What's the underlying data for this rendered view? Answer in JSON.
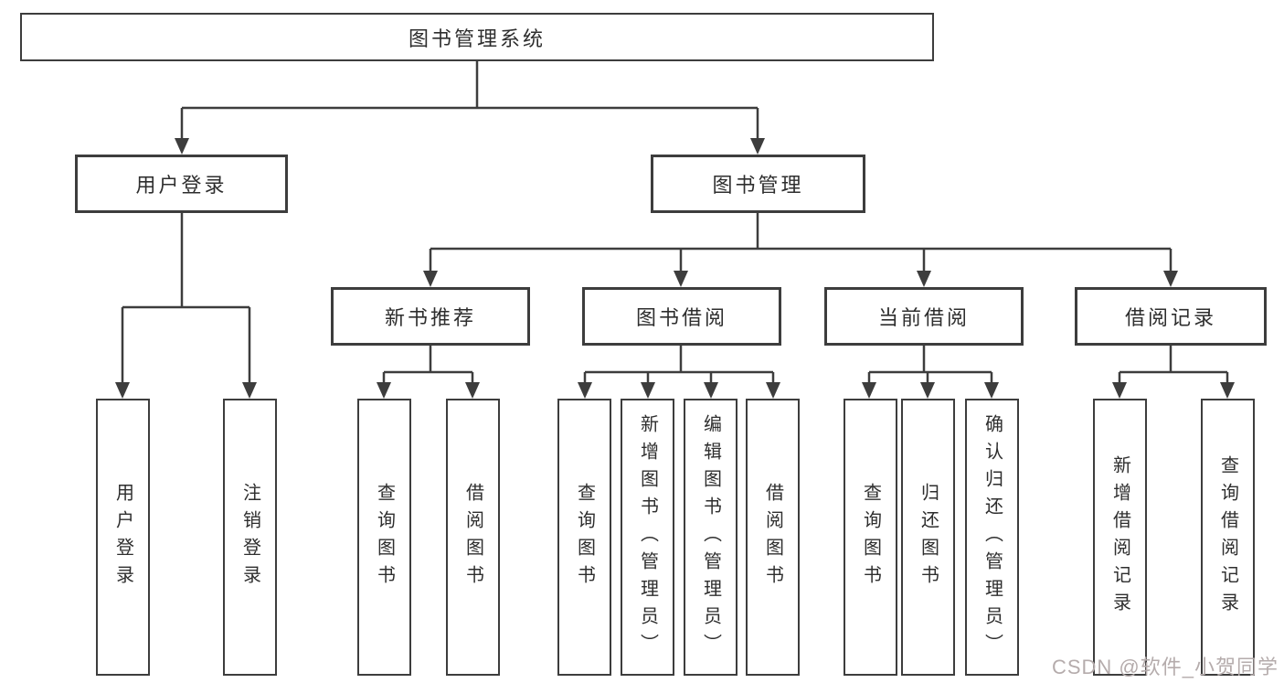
{
  "diagram": {
    "root": {
      "label": "图书管理系统"
    },
    "level1": [
      "用户登录",
      "图书管理"
    ],
    "level2": [
      "新书推荐",
      "图书借阅",
      "当前借阅",
      "借阅记录"
    ],
    "leaves": {
      "user_login": [
        "用户登录",
        "注销登录"
      ],
      "new_book_recommend": [
        "查询图书",
        "借阅图书"
      ],
      "book_borrowing": [
        "查询图书",
        "新增图书（管理员）",
        "编辑图书（管理员）",
        "借阅图书"
      ],
      "current_borrowing": [
        "查询图书",
        "归还图书",
        "确认归还（管理员）"
      ],
      "borrowing_records": [
        "新增借阅记录",
        "查询借阅记录"
      ]
    }
  },
  "watermark": {
    "text": "CSDN @软件_小贺同学"
  },
  "colors": {
    "line": "#3d3d3d",
    "text": "#2e2e2e",
    "watermark": "#b5acac",
    "background": "#ffffff"
  }
}
